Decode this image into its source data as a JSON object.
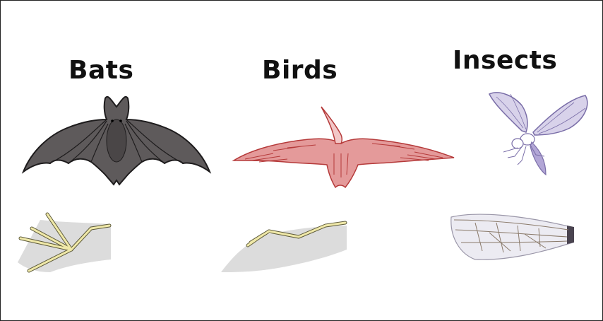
{
  "headings": {
    "bats": "Bats",
    "birds": "Birds",
    "insects": "Insects"
  },
  "colors": {
    "bat_fill": "#5e5a5b",
    "bat_line": "#1e1c1d",
    "bird_fill": "#e49a9a",
    "bird_line": "#b53a3a",
    "insect_wing": "#d8d2ea",
    "insect_line": "#7a6ea8",
    "bone": "#efe8a8",
    "bone_line": "#5d5a3a",
    "membrane": "#dcdcdc"
  },
  "icons": [
    "bat-silhouette-icon",
    "bird-pelican-icon",
    "insect-wasp-icon",
    "bat-wing-bones-icon",
    "bird-wing-bones-icon",
    "insect-wing-icon"
  ]
}
